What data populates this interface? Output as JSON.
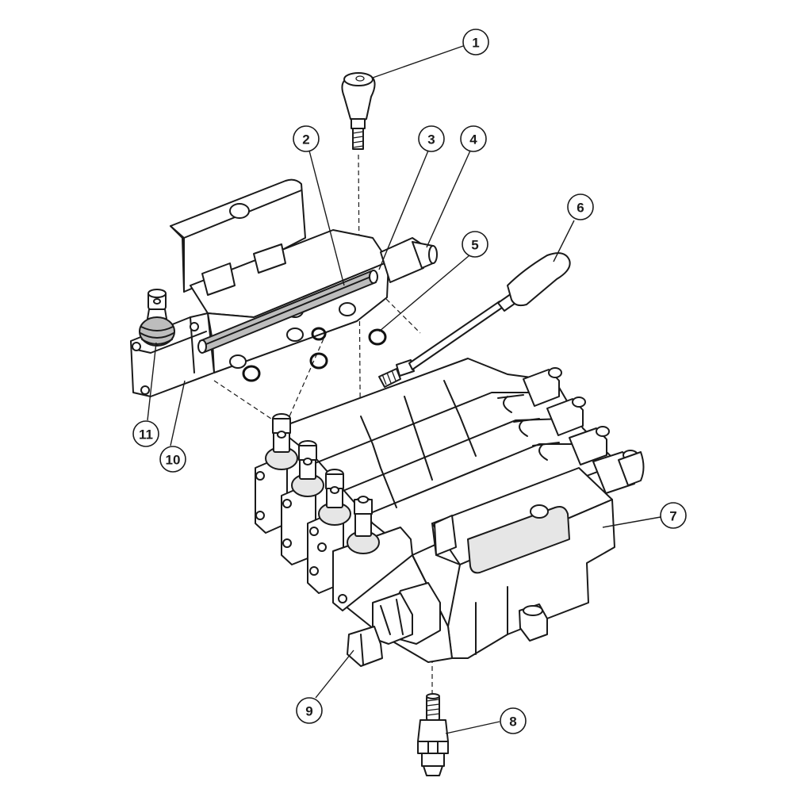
{
  "callouts": [
    {
      "label": "1"
    },
    {
      "label": "2"
    },
    {
      "label": "3"
    },
    {
      "label": "4"
    },
    {
      "label": "5"
    },
    {
      "label": "6"
    },
    {
      "label": "7"
    },
    {
      "label": "8"
    },
    {
      "label": "9"
    },
    {
      "label": "10"
    },
    {
      "label": "11"
    }
  ]
}
